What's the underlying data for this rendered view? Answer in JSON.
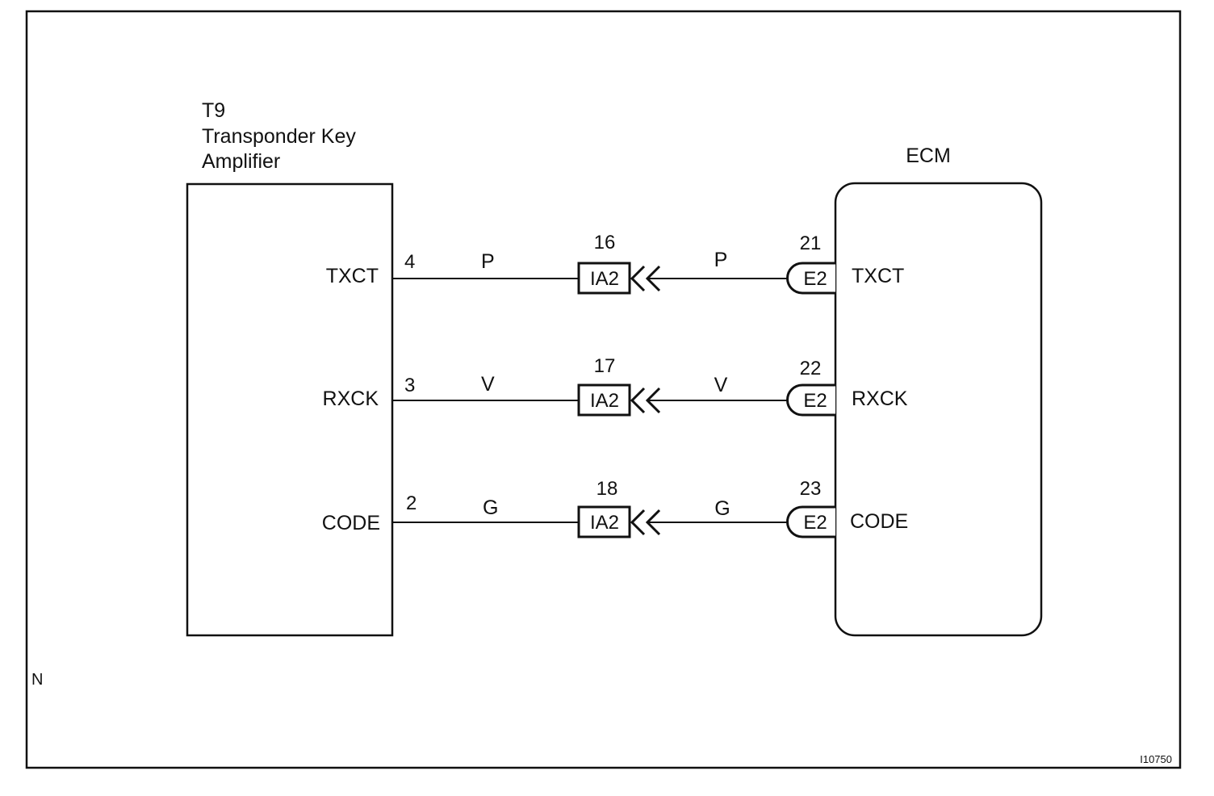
{
  "left_component": {
    "ref": "T9",
    "name_line1": "Transponder Key",
    "name_line2": "Amplifier"
  },
  "right_component": {
    "name": "ECM"
  },
  "circuits": [
    {
      "left_signal": "TXCT",
      "left_pin": "4",
      "left_wire_color": "P",
      "junction_pin": "16",
      "junction_connector": "IA2",
      "right_wire_color": "P",
      "ecm_pin": "21",
      "ecm_connector": "E2",
      "right_signal": "TXCT"
    },
    {
      "left_signal": "RXCK",
      "left_pin": "3",
      "left_wire_color": "V",
      "junction_pin": "17",
      "junction_connector": "IA2",
      "right_wire_color": "V",
      "ecm_pin": "22",
      "ecm_connector": "E2",
      "right_signal": "RXCK"
    },
    {
      "left_signal": "CODE",
      "left_pin": "2",
      "left_wire_color": "G",
      "junction_pin": "18",
      "junction_connector": "IA2",
      "right_wire_color": "G",
      "ecm_pin": "23",
      "ecm_connector": "E2",
      "right_signal": "CODE"
    }
  ],
  "corner_letter": "N",
  "figure_id": "I10750"
}
